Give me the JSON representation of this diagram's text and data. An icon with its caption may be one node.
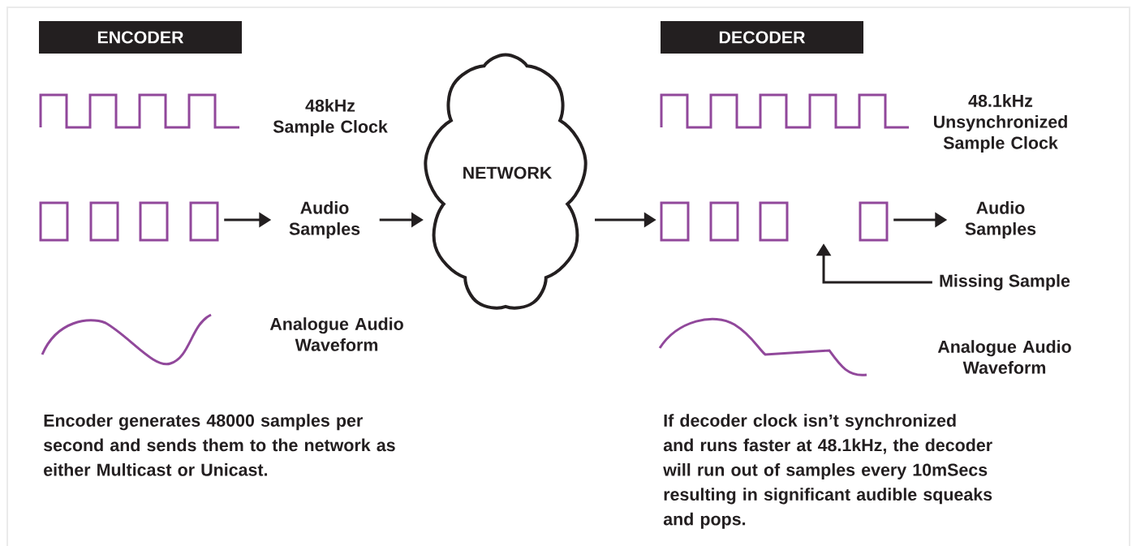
{
  "diagram": {
    "nodes": [
      {
        "text": [
          "ENCODER"
        ]
      },
      {
        "text": [
          "DECODER"
        ]
      },
      {
        "text": [],
        "shape": "picture"
      },
      {
        "text": [
          "Audio Samples"
        ]
      },
      {
        "text": [
          "NETWORK"
        ]
      },
      {
        "text": [],
        "shape": "picture"
      },
      {
        "text": [
          "Audio Samples"
        ]
      },
      {
        "text": [
          "Missing Sample"
        ]
      }
    ],
    "edges": [
      {
        "from": 2,
        "to": 3,
        "arrow": "to"
      },
      {
        "from": 3,
        "to": 4,
        "arrow": "to"
      },
      {
        "from": 4,
        "to": 5,
        "arrow": "to"
      },
      {
        "from": 5,
        "to": 6,
        "arrow": "to"
      },
      {
        "from": 7,
        "to": 5,
        "arrow": "to"
      }
    ],
    "labels": [
      "48kHz Sample Clock",
      "48.1kHz Unsynchronized Sample Clock",
      "Analogue Audio Waveform",
      "Analogue Audio Waveform",
      "Encoder generates 48000 samples per second and sends them to the network as either Multicast or Unicast.",
      "If decoder clock isn’t synchronized and runs faster at 48.1kHz, the decoder will run out of samples every 10mSecs resulting in significant audible squeaks and pops."
    ]
  }
}
